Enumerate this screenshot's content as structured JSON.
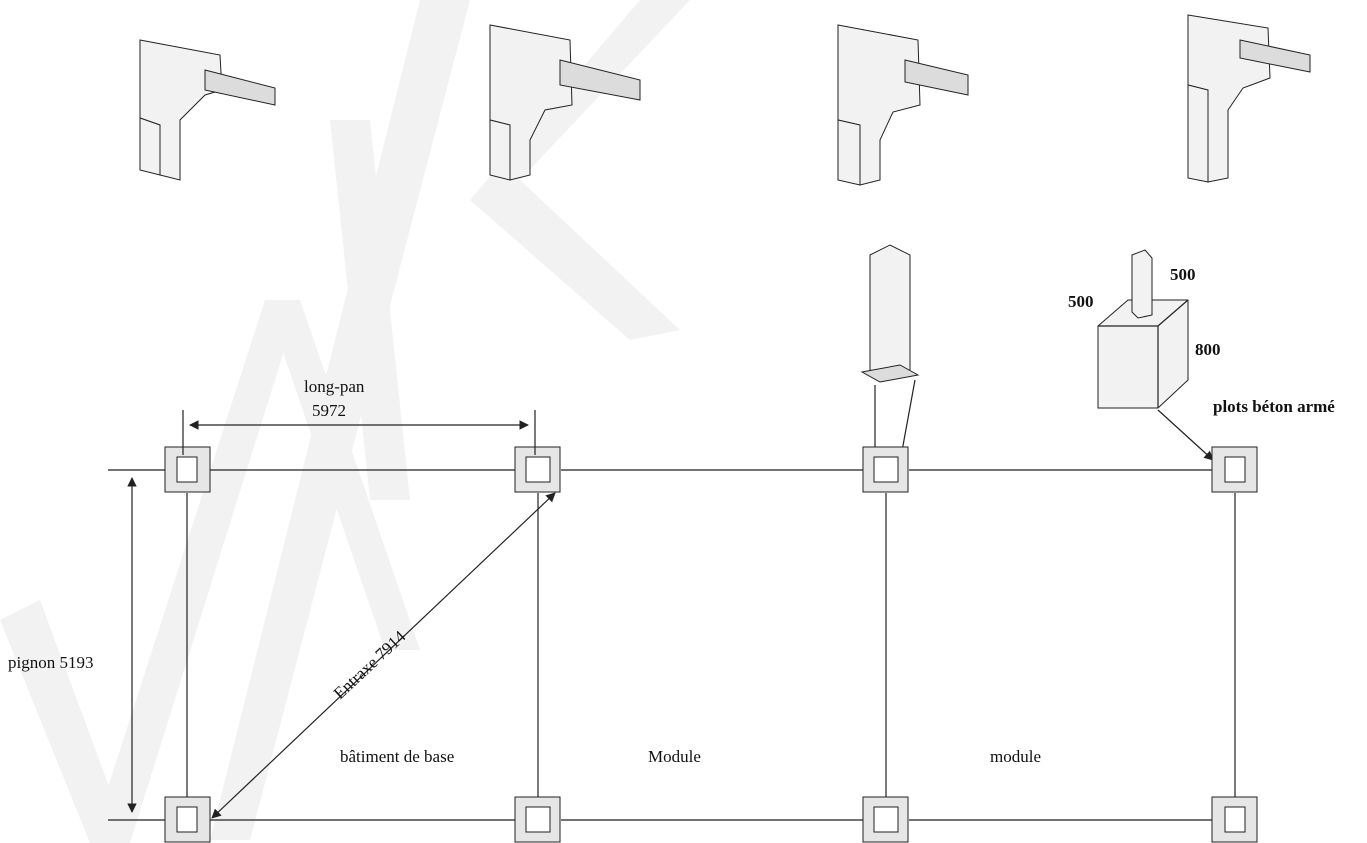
{
  "labels": {
    "long_pan": "long-pan",
    "long_pan_value": "5972",
    "pignon": "pignon  5193",
    "entraxe": "Entraxe 7914",
    "batiment": "bâtiment de base",
    "module_1": "Module",
    "module_2": "module",
    "plots": "plots béton armé",
    "dim_500_left": "500",
    "dim_500_right": "500",
    "dim_800": "800"
  },
  "colors": {
    "line": "#222222",
    "base_plate": "#e6e6e6",
    "watermark": "#efefef"
  }
}
